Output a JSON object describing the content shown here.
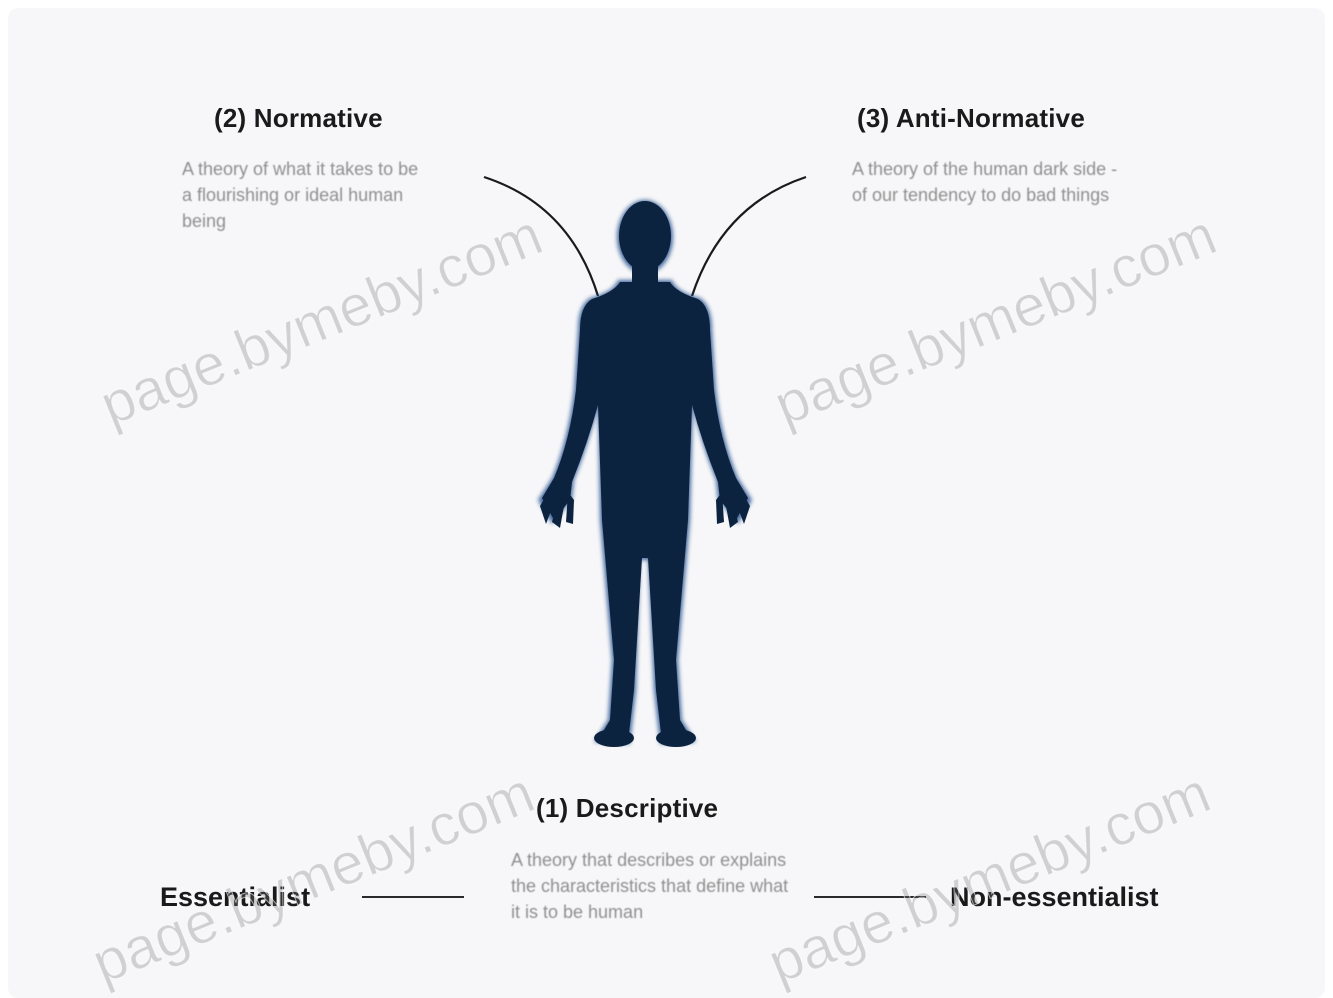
{
  "normative": {
    "title": "(2) Normative",
    "description": "A theory of what it takes to be a flourishing or ideal human being"
  },
  "anti_normative": {
    "title": "(3) Anti-Normative",
    "description": "A theory of the human dark side - of our tendency to do bad things"
  },
  "descriptive": {
    "title": "(1) Descriptive",
    "description": "A theory that describes or explains the characteristics that define what it is to be human"
  },
  "scale": {
    "left": "Essentialist",
    "right": "Non-essentialist"
  },
  "watermark": {
    "text": "page.bymeby.com"
  },
  "colors": {
    "figure": "#0c2340",
    "figure_edge": "#1c4a8a",
    "background": "#f7f7f9",
    "connector": "#1a1a1a"
  }
}
